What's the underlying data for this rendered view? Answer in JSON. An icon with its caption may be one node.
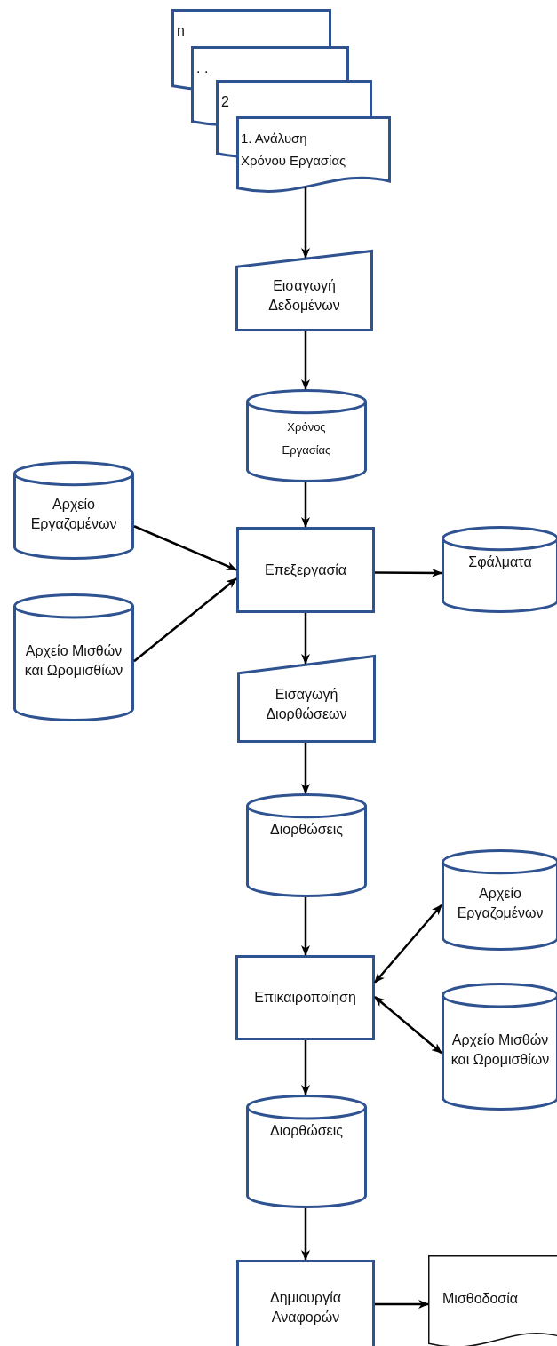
{
  "diagram": {
    "nodes": [
      {
        "text": [
          "n"
        ]
      },
      {
        "text": [
          ". ."
        ]
      },
      {
        "text": [
          "2"
        ]
      },
      {
        "text": [
          "1. Ανάλυση Χρόνου Εργασίας"
        ]
      },
      {
        "text": [
          "Εισαγωγή Δεδομένων"
        ]
      },
      {
        "text": [
          "Χρόνος Εργασίας"
        ]
      },
      {
        "text": [
          "Αρχείο Εργαζομένων"
        ]
      },
      {
        "text": [
          "Επεξεργασία"
        ]
      },
      {
        "text": [
          "Σφάλματα"
        ]
      },
      {
        "text": [
          "Αρχείο Μισθών και Ωρομισθίων"
        ]
      },
      {
        "text": [
          "Εισαγωγή Διορθώσεων"
        ]
      },
      {
        "text": [
          "Διορθώσεις"
        ]
      },
      {
        "text": [
          "Αρχείο Εργαζομένων"
        ]
      },
      {
        "text": [
          "Επικαιροποίηση"
        ]
      },
      {
        "text": [
          "Αρχείο Μισθών και Ωρομισθίων"
        ]
      },
      {
        "text": [
          "Διορθώσεις"
        ]
      },
      {
        "text": [
          "Δημιουργία Αναφορών"
        ]
      },
      {
        "text": [
          "Μισθοδοσία"
        ]
      }
    ],
    "edges": [
      {
        "from": 3,
        "to": 4,
        "arrow": "to"
      },
      {
        "from": 4,
        "to": 5,
        "arrow": "to"
      },
      {
        "from": 5,
        "to": 7,
        "arrow": "to"
      },
      {
        "from": 6,
        "to": 7,
        "arrow": "to"
      },
      {
        "from": 9,
        "to": 7,
        "arrow": "to"
      },
      {
        "from": 7,
        "to": 8,
        "arrow": "to"
      },
      {
        "from": 7,
        "to": 10,
        "arrow": "to"
      },
      {
        "from": 10,
        "to": 11,
        "arrow": "to"
      },
      {
        "from": 11,
        "to": 13,
        "arrow": "to"
      },
      {
        "from": 13,
        "to": 12,
        "arrow": "both"
      },
      {
        "from": 13,
        "to": 14,
        "arrow": "both"
      },
      {
        "from": 13,
        "to": 15,
        "arrow": "to"
      },
      {
        "from": 15,
        "to": 16,
        "arrow": "to"
      },
      {
        "from": 16,
        "to": 17,
        "arrow": "to"
      }
    ]
  }
}
